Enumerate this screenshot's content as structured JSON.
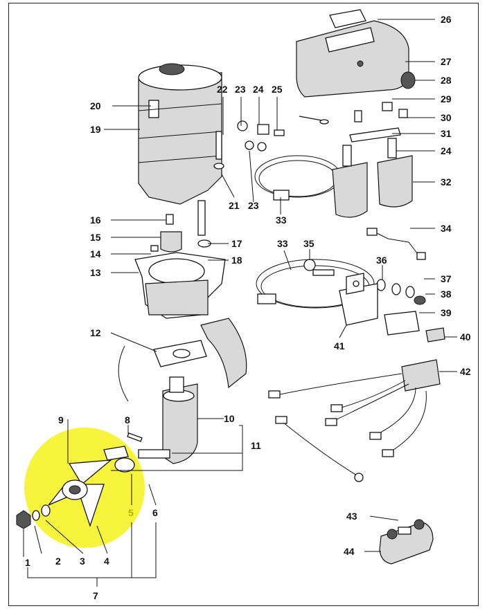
{
  "highlight_color": "#f5f21a",
  "callouts": [
    {
      "id": "1",
      "text": "1"
    },
    {
      "id": "2",
      "text": "2"
    },
    {
      "id": "3",
      "text": "3"
    },
    {
      "id": "4",
      "text": "4"
    },
    {
      "id": "5",
      "text": "5"
    },
    {
      "id": "6",
      "text": "6"
    },
    {
      "id": "7",
      "text": "7"
    },
    {
      "id": "8",
      "text": "8"
    },
    {
      "id": "9",
      "text": "9"
    },
    {
      "id": "10",
      "text": "10"
    },
    {
      "id": "11",
      "text": "11"
    },
    {
      "id": "12",
      "text": "12"
    },
    {
      "id": "13",
      "text": "13"
    },
    {
      "id": "14",
      "text": "14"
    },
    {
      "id": "15",
      "text": "15"
    },
    {
      "id": "16",
      "text": "16"
    },
    {
      "id": "17",
      "text": "17"
    },
    {
      "id": "18",
      "text": "18"
    },
    {
      "id": "19",
      "text": "19"
    },
    {
      "id": "20",
      "text": "20"
    },
    {
      "id": "21",
      "text": "21"
    },
    {
      "id": "22",
      "text": "22"
    },
    {
      "id": "23a",
      "text": "23"
    },
    {
      "id": "23b",
      "text": "23"
    },
    {
      "id": "24a",
      "text": "24"
    },
    {
      "id": "24b",
      "text": "24"
    },
    {
      "id": "25",
      "text": "25"
    },
    {
      "id": "26",
      "text": "26"
    },
    {
      "id": "27",
      "text": "27"
    },
    {
      "id": "28",
      "text": "28"
    },
    {
      "id": "29",
      "text": "29"
    },
    {
      "id": "30",
      "text": "30"
    },
    {
      "id": "31",
      "text": "31"
    },
    {
      "id": "32",
      "text": "32"
    },
    {
      "id": "33a",
      "text": "33"
    },
    {
      "id": "33b",
      "text": "33"
    },
    {
      "id": "34",
      "text": "34"
    },
    {
      "id": "35",
      "text": "35"
    },
    {
      "id": "36",
      "text": "36"
    },
    {
      "id": "37",
      "text": "37"
    },
    {
      "id": "38",
      "text": "38"
    },
    {
      "id": "39",
      "text": "39"
    },
    {
      "id": "40",
      "text": "40"
    },
    {
      "id": "41",
      "text": "41"
    },
    {
      "id": "42",
      "text": "42"
    },
    {
      "id": "43",
      "text": "43"
    },
    {
      "id": "44",
      "text": "44"
    }
  ]
}
